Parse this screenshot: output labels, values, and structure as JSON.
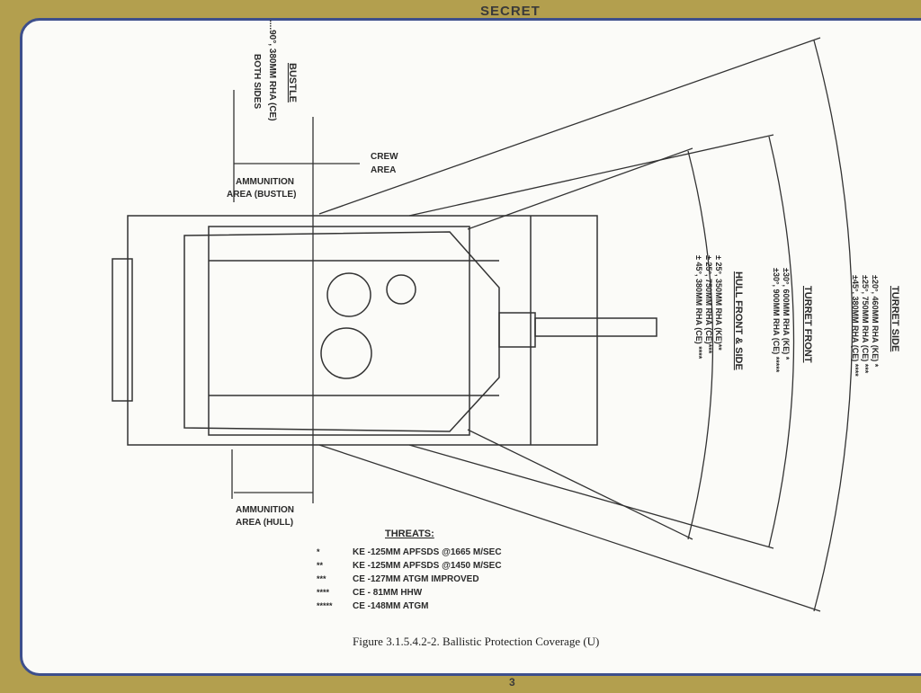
{
  "header": {
    "classification": "SECRET"
  },
  "footer": {
    "page_number": "3"
  },
  "labels": {
    "bustle_title": "BUSTLE",
    "bustle_line1": "....90°, 380MM RHA (CE)",
    "bustle_line2": "BOTH SIDES",
    "crew_area_1": "CREW",
    "crew_area_2": "AREA",
    "ammo_bustle_1": "AMMUNITION",
    "ammo_bustle_2": "AREA (BUSTLE)",
    "ammo_hull_1": "AMMUNITION",
    "ammo_hull_2": "AREA (HULL)"
  },
  "turret_side": {
    "title": "TURRET SIDE",
    "lines": [
      "±20°, 460MM RHA (KE) *",
      "±25°, 750MM RHA (CE) ***",
      "±45°, 380MM RHA (CE) ****"
    ]
  },
  "turret_front": {
    "title": "TURRET FRONT",
    "lines": [
      "±30°, 600MM RHA (KE) *",
      "±30°, 900MM RHA (CE) *****"
    ]
  },
  "hull_front_side": {
    "title": "HULL FRONT & SIDE",
    "lines": [
      "± 25°, 350MM RHA (KE)**",
      "± 25°, 750MM RHA (CE)***",
      "± 45°, 380MM RHA (CE) ****"
    ]
  },
  "threats": {
    "title": "THREATS:",
    "items": [
      {
        "marker": "*",
        "text": "KE -125MM APFSDS @1665 M/SEC"
      },
      {
        "marker": "**",
        "text": "KE -125MM APFSDS @1450 M/SEC"
      },
      {
        "marker": "***",
        "text": "CE -127MM ATGM IMPROVED"
      },
      {
        "marker": "****",
        "text": "CE - 81MM HHW"
      },
      {
        "marker": "*****",
        "text": "CE -148MM ATGM"
      }
    ]
  },
  "caption": "Figure 3.1.5.4.2-2.  Ballistic Protection Coverage (U)"
}
